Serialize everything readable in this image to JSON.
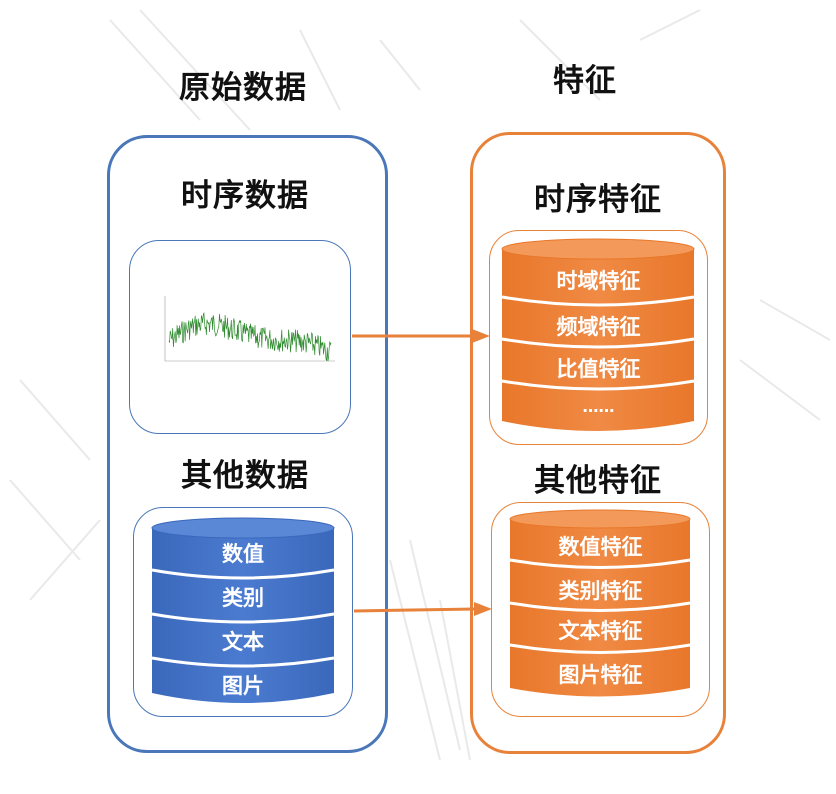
{
  "colors": {
    "blue": "#4a77b9",
    "orange": "#e8823a",
    "blue_fill": "#3f6fc2",
    "orange_fill": "#ee7f30",
    "plot_green": "#2e8b2e",
    "arrow": "#e8823a"
  },
  "left": {
    "title": "原始数据",
    "timeseries": {
      "title": "时序数据"
    },
    "other": {
      "title": "其他数据",
      "items": [
        "数值",
        "类别",
        "文本",
        "图片"
      ]
    }
  },
  "right": {
    "title": "特征",
    "timeseries": {
      "title": "时序特征",
      "items": [
        "时域特征",
        "频域特征",
        "比值特征",
        "……"
      ]
    },
    "other": {
      "title": "其他特征",
      "items": [
        "数值特征",
        "类别特征",
        "文本特征",
        "图片特征"
      ]
    }
  }
}
